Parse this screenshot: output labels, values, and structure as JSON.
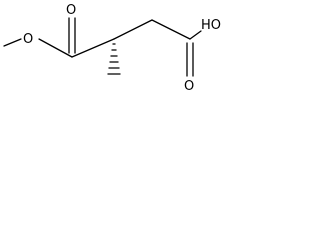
{
  "molecule": {
    "labels": {
      "ester_o": "O",
      "ester_carbonyl_o": "O",
      "acid_carbonyl_o": "O",
      "acid_oh": "HO"
    }
  }
}
